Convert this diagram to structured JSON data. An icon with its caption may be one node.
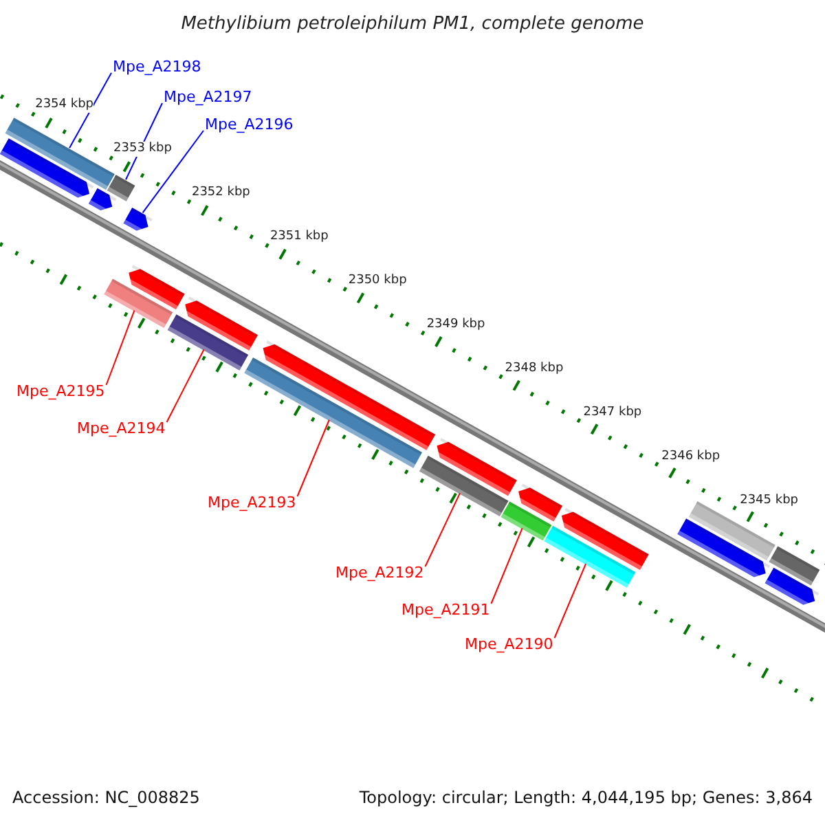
{
  "diagram": {
    "title": "Methylibium petroleiphilum PM1, complete genome",
    "nodes": [
      {
        "text": [
          "Mpe_A2198"
        ]
      },
      {
        "text": [
          "Mpe_A2197"
        ]
      },
      {
        "text": [
          "Mpe_A2196"
        ]
      },
      {
        "text": [],
        "shape": "bar"
      },
      {
        "text": [],
        "shape": "bar"
      },
      {
        "text": [],
        "shape": "arrow"
      },
      {
        "text": [],
        "shape": "arrow"
      },
      {
        "text": [],
        "shape": "arrow"
      },
      {
        "text": [],
        "shape": "bar"
      },
      {
        "text": [],
        "shape": "bar"
      },
      {
        "text": [],
        "shape": "arrow"
      },
      {
        "text": [],
        "shape": "arrow"
      },
      {
        "text": [],
        "shape": "arrow"
      },
      {
        "text": [],
        "shape": "arrow"
      },
      {
        "text": [],
        "shape": "arrow"
      },
      {
        "text": [],
        "shape": "arrow"
      },
      {
        "text": [],
        "shape": "arrow"
      },
      {
        "text": [],
        "shape": "arrow"
      },
      {
        "text": [],
        "shape": "bar"
      },
      {
        "text": [],
        "shape": "bar"
      },
      {
        "text": [],
        "shape": "bar"
      },
      {
        "text": [],
        "shape": "bar"
      },
      {
        "text": [],
        "shape": "bar"
      },
      {
        "text": [],
        "shape": "bar"
      },
      {
        "text": [
          "Mpe_A2195"
        ]
      },
      {
        "text": [
          "Mpe_A2194"
        ]
      },
      {
        "text": [
          "Mpe_A2193"
        ]
      },
      {
        "text": [
          "Mpe_A2192"
        ]
      },
      {
        "text": [
          "Mpe_A2191"
        ]
      },
      {
        "text": [
          "Mpe_A2190"
        ]
      }
    ],
    "edges": [
      {
        "from": 0,
        "to": 3,
        "arrow": "none",
        "color": "#0000ff"
      },
      {
        "from": 1,
        "to": 4,
        "arrow": "none",
        "color": "#0000ff"
      },
      {
        "from": 2,
        "to": 7,
        "arrow": "none",
        "color": "#0000ff"
      },
      {
        "from": 24,
        "to": 18,
        "arrow": "none"
      },
      {
        "from": 25,
        "to": 19,
        "arrow": "none"
      },
      {
        "from": 26,
        "to": 20,
        "arrow": "none"
      },
      {
        "from": 27,
        "to": 21,
        "arrow": "none"
      },
      {
        "from": 28,
        "to": 22,
        "arrow": "none"
      },
      {
        "from": 29,
        "to": 23,
        "arrow": "none"
      }
    ],
    "labels": [
      "2354 kbp",
      "2353 kbp",
      "2352 kbp",
      "2351 kbp",
      "2350 kbp",
      "2349 kbp",
      "2348 kbp",
      "2347 kbp",
      "2346 kbp",
      "2345 kbp",
      "Accession: NC_008825",
      "Topology: circular; Length: 4,044,195 bp; Genes: 3,864"
    ]
  }
}
